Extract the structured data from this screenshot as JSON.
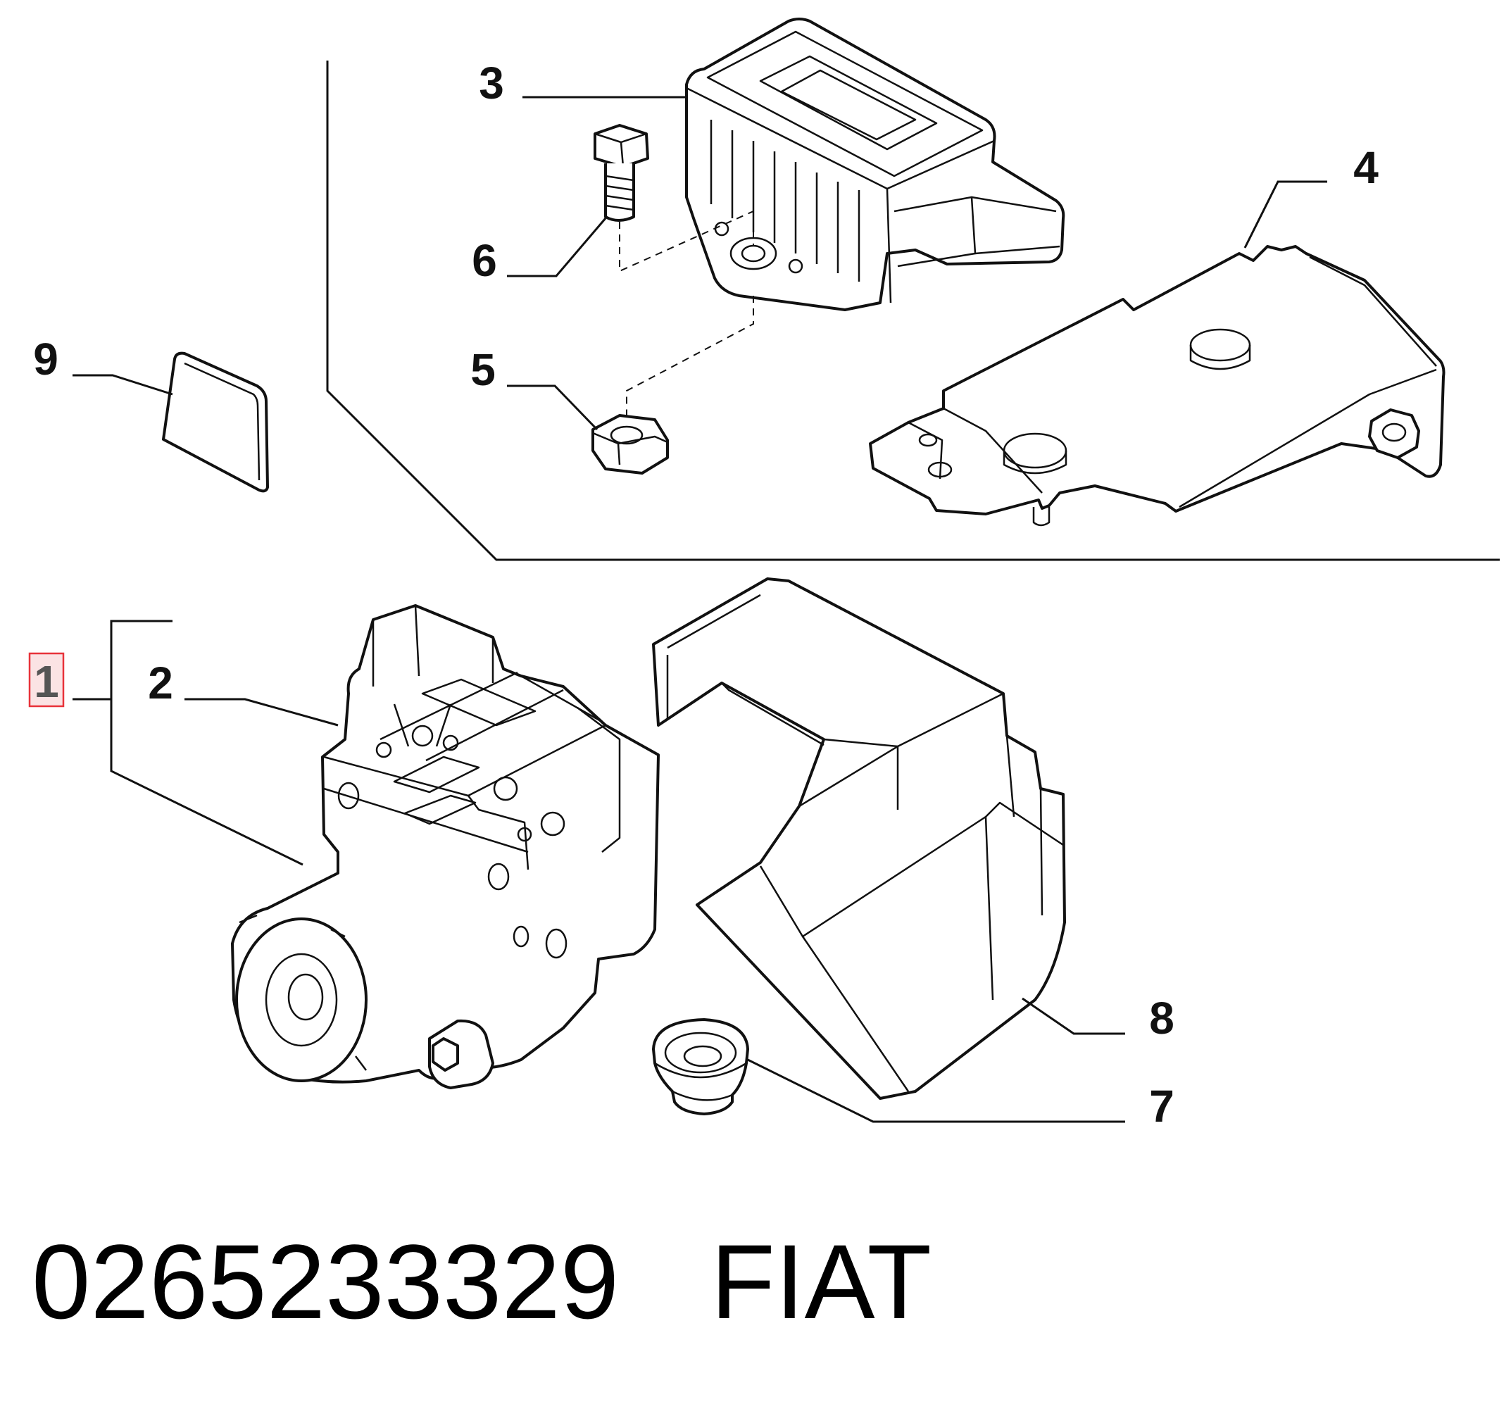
{
  "callouts": {
    "c1": "1",
    "c2": "2",
    "c3": "3",
    "c4": "4",
    "c5": "5",
    "c6": "6",
    "c7": "7",
    "c8": "8",
    "c9": "9"
  },
  "highlight_color": "#e8333a",
  "highlight_fill": "#fbe3e4",
  "footer": {
    "part_number": "0265233329",
    "brand": "FIAT"
  }
}
